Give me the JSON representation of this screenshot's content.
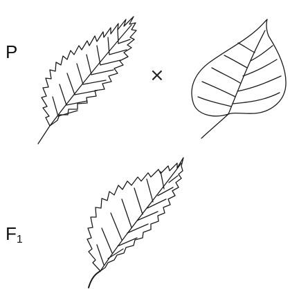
{
  "labels": {
    "parent": "P",
    "f1_letter": "F",
    "f1_sub": "1",
    "cross_symbol": "×"
  },
  "colors": {
    "ink": "#1a1a1a",
    "background": "#ffffff"
  }
}
